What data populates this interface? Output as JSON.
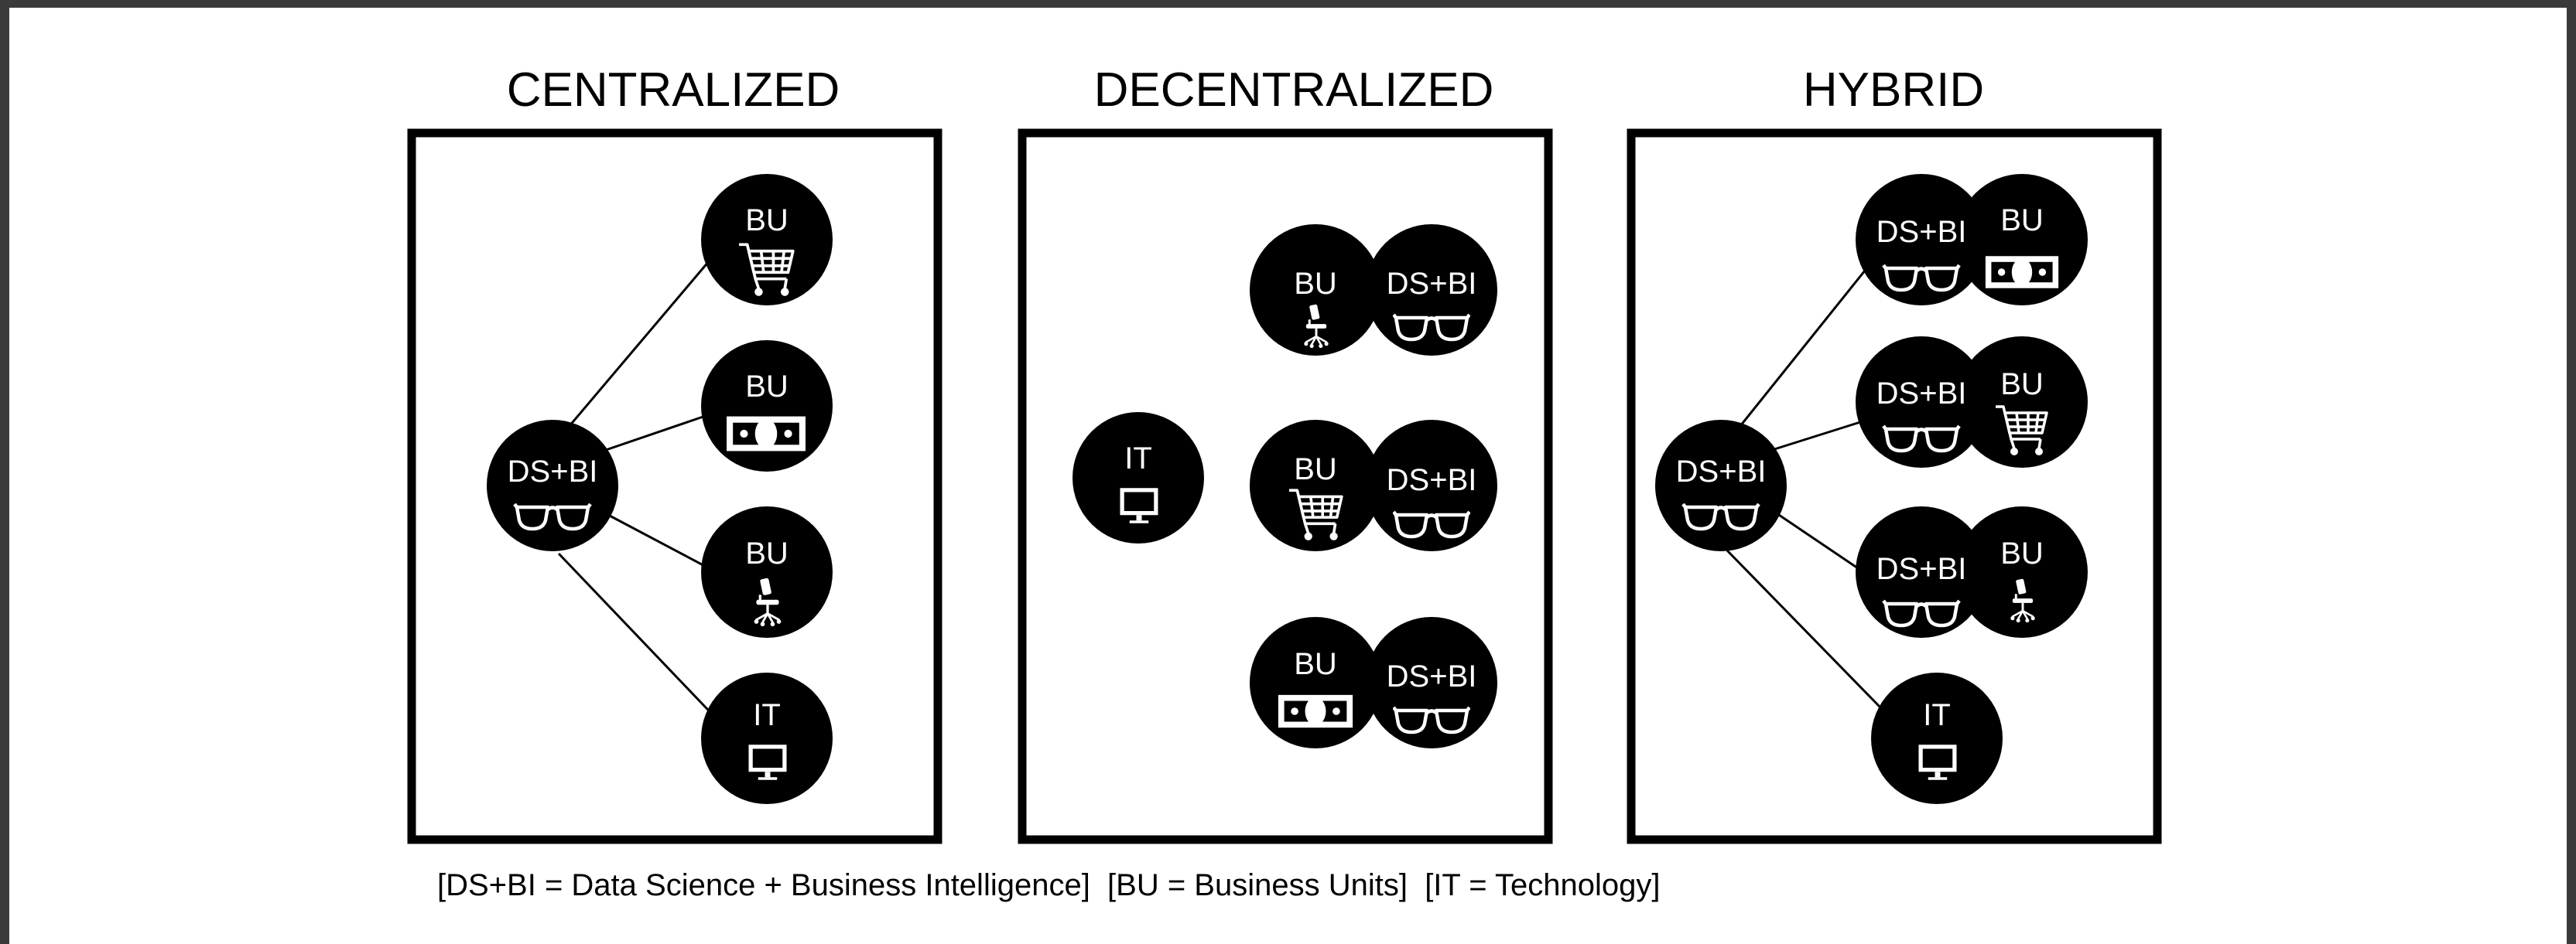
{
  "panels": [
    {
      "id": "centralized",
      "title": "CENTRALIZED"
    },
    {
      "id": "decentralized",
      "title": "DECENTRALIZED"
    },
    {
      "id": "hybrid",
      "title": "HYBRID"
    }
  ],
  "labels": {
    "dsbi": "DS+BI",
    "bu": "BU",
    "it": "IT"
  },
  "icons": [
    "glasses-icon",
    "shopping-cart-icon",
    "money-icon",
    "office-chair-icon",
    "monitor-icon"
  ],
  "legend": "[DS+BI = Data Science + Business Intelligence]  [BU = Business Units]  [IT = Technology]",
  "colors": {
    "page": "#ffffff",
    "frame": "#3a3a3a",
    "node": "#000000",
    "node_text": "#ffffff"
  }
}
